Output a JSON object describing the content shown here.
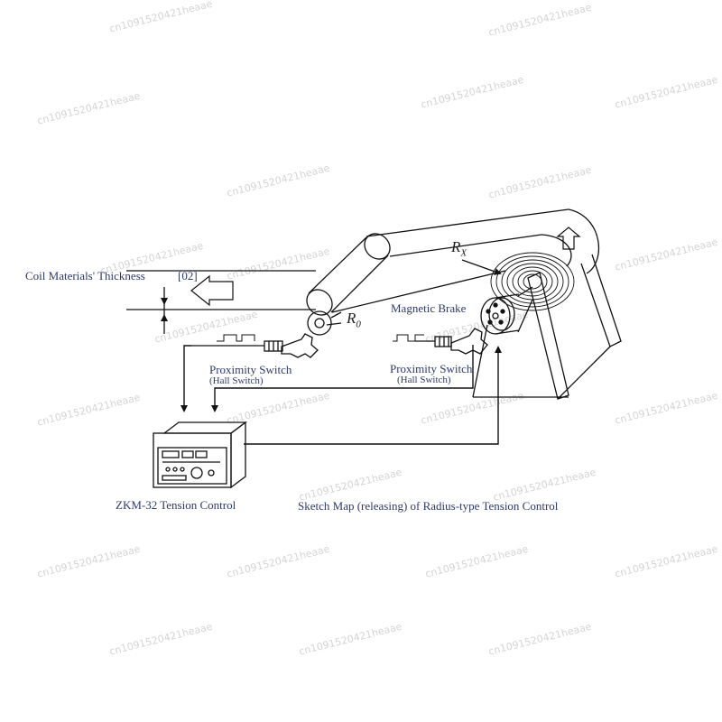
{
  "labels": {
    "thickness": "Coil Materials' Thickness",
    "thickness_value": "[02]",
    "magnetic_brake": "Magnetic Brake",
    "proximity_left": "Proximity Switch",
    "hall_left": "(Hall  Switch)",
    "proximity_right": "Proximity Switch",
    "hall_right": "(Hall Switch)",
    "controller": "ZKM-32 Tension Control",
    "caption": "Sketch Map (releasing) of Radius-type Tension Control",
    "rx_main": "R",
    "rx_sub": "X",
    "r0_main": "R",
    "r0_sub": "0"
  },
  "watermark": "cn1091520421heaae",
  "colors": {
    "label": "#2e3a6b",
    "line": "#111111",
    "watermark": "#d4d4d4"
  }
}
